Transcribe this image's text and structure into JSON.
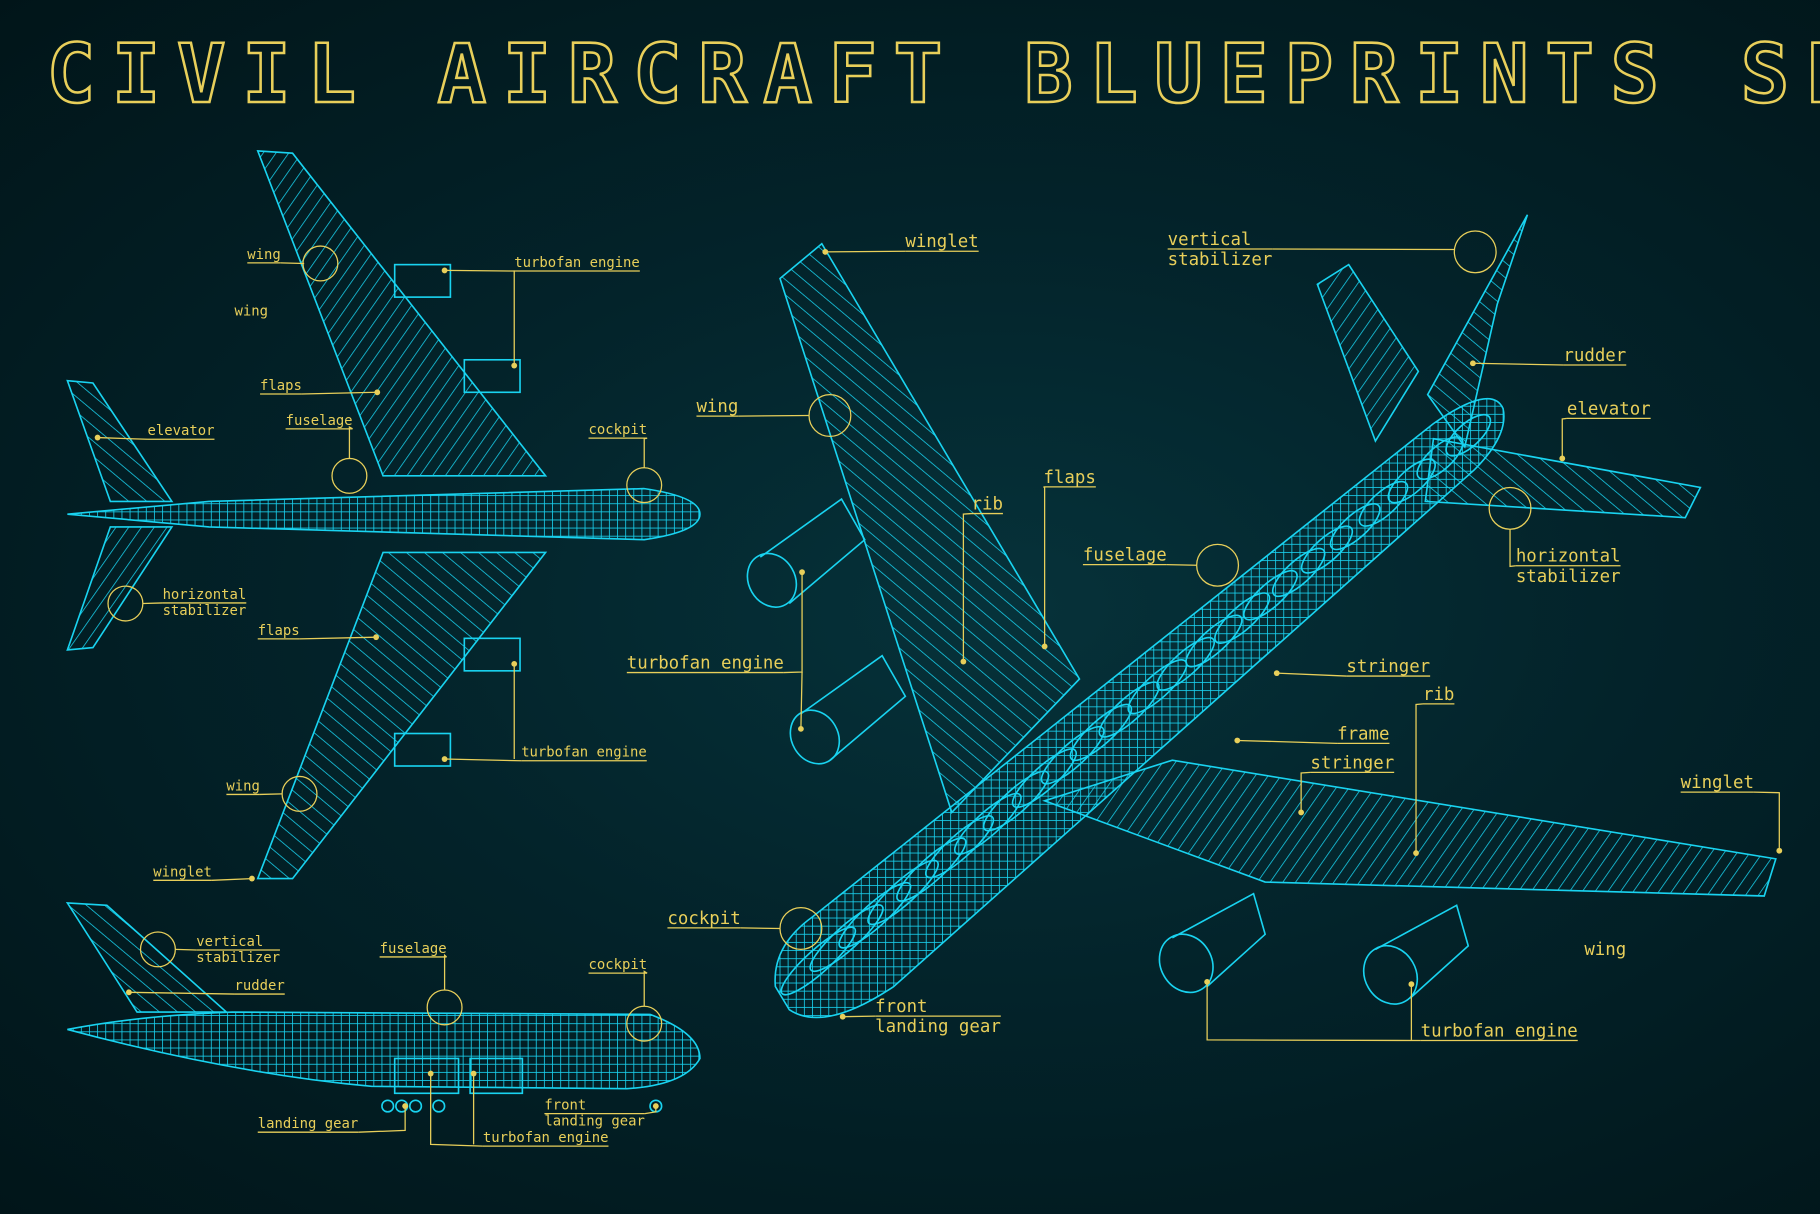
{
  "title": "CIVIL AIRCRAFT BLUEPRINTS SET",
  "colors": {
    "background": "#021a1f",
    "blueprint_lines": "#19d3f0",
    "labels": "#e8cf5a"
  },
  "top_view": {
    "labels": [
      {
        "text": "wing"
      },
      {
        "text": "wing"
      },
      {
        "text": "turbofan engine"
      },
      {
        "text": "flaps"
      },
      {
        "text": "elevator"
      },
      {
        "text": "fuselage"
      },
      {
        "text": "cockpit"
      },
      {
        "lines": [
          "horizontal",
          "stabilizer"
        ]
      },
      {
        "text": "flaps"
      },
      {
        "text": "turbofan engine"
      },
      {
        "text": "wing"
      },
      {
        "text": "winglet"
      }
    ]
  },
  "side_view": {
    "labels": [
      {
        "lines": [
          "vertical",
          "stabilizer"
        ]
      },
      {
        "text": "rudder"
      },
      {
        "text": "fuselage"
      },
      {
        "text": "cockpit"
      },
      {
        "text": "landing gear"
      },
      {
        "text": "turbofan engine"
      },
      {
        "lines": [
          "front",
          "landing gear"
        ]
      }
    ]
  },
  "iso_view": {
    "labels": [
      {
        "text": "winglet"
      },
      {
        "lines": [
          "vertical",
          "stabilizer"
        ]
      },
      {
        "text": "rudder"
      },
      {
        "text": "elevator"
      },
      {
        "text": "wing"
      },
      {
        "text": "flaps"
      },
      {
        "text": "rib"
      },
      {
        "text": "fuselage"
      },
      {
        "lines": [
          "horizontal",
          "stabilizer"
        ]
      },
      {
        "text": "turbofan engine"
      },
      {
        "text": "stringer"
      },
      {
        "text": "rib"
      },
      {
        "text": "frame"
      },
      {
        "text": "stringer"
      },
      {
        "text": "winglet"
      },
      {
        "text": "cockpit"
      },
      {
        "text": "wing"
      },
      {
        "lines": [
          "front",
          "landing gear"
        ]
      },
      {
        "text": "turbofan engine"
      }
    ]
  }
}
